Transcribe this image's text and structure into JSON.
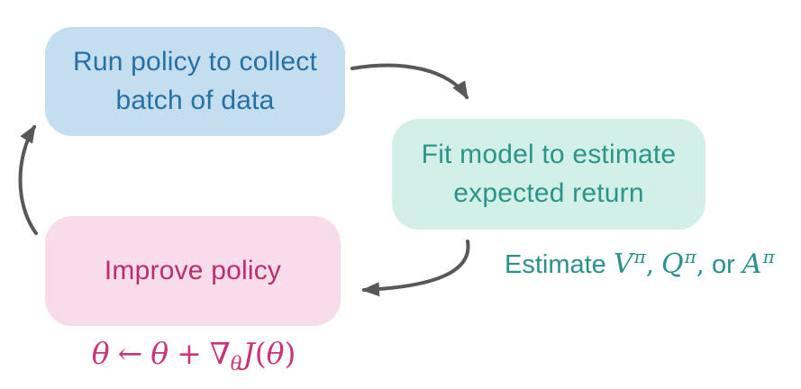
{
  "diagram": {
    "background": "#ffffff",
    "arrow_color": "#58585a",
    "boxes": {
      "run_policy": {
        "line1": "Run policy to collect",
        "line2": "batch of data",
        "bg": "#c4ddef",
        "fg": "#2571a5"
      },
      "fit_model": {
        "line1": "Fit model to estimate",
        "line2": "expected return",
        "bg": "#d2f0e8",
        "fg": "#2b958a"
      },
      "improve_policy": {
        "line1": "Improve policy",
        "bg": "#f8dcea",
        "fg": "#b92e72"
      }
    },
    "annotations": {
      "estimate": {
        "prefix": "Estimate",
        "term1": "V",
        "term2": "Q",
        "term3": "A",
        "sup": "π",
        "comma": ",",
        "or_word": "or",
        "color": "#2a918c"
      },
      "update_rule": {
        "lhs_theta": "θ",
        "assign": "←",
        "rhs_theta": "θ",
        "plus": "+",
        "nabla": "∇",
        "grad_sub": "θ",
        "func": "J",
        "open_paren": "(",
        "arg_theta": "θ",
        "close_paren": ")",
        "color": "#ca3478"
      }
    }
  }
}
